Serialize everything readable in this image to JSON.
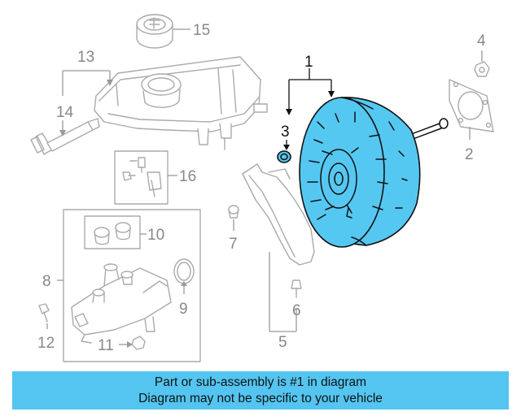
{
  "callouts": {
    "c1": "1",
    "c2": "2",
    "c3": "3",
    "c4": "4",
    "c5": "5",
    "c6": "6",
    "c7": "7",
    "c8": "8",
    "c9": "9",
    "c10": "10",
    "c11": "11",
    "c12": "12",
    "c13": "13",
    "c14": "14",
    "c15": "15",
    "c16": "16"
  },
  "banner": {
    "line1": "Part or sub-assembly is #1 in diagram",
    "line2": "Diagram may not be specific to your vehicle"
  },
  "colors": {
    "highlight": "#55c8f2",
    "banner": "#54c5f1",
    "linework": "#aaaaaa"
  }
}
